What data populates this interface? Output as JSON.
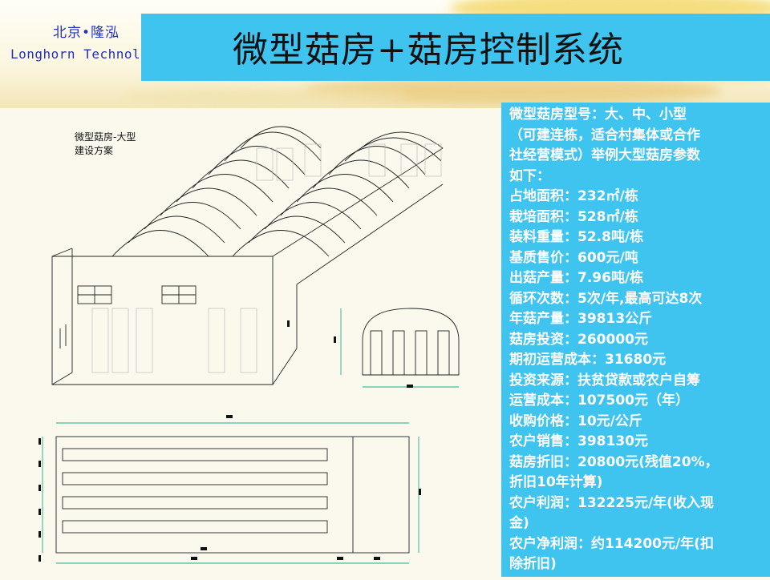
{
  "brand": {
    "name_cn": "北京•隆泓",
    "name_en": "Longhorn Technology"
  },
  "title": "微型菇房+菇房控制系统",
  "drawing": {
    "caption_line1": "微型菇房-大型",
    "caption_line2": "建设方案"
  },
  "info": {
    "lines": [
      "微型菇房型号：大、中、小型",
      "（可建连栋，适合村集体或合作",
      "社经营模式）举例大型菇房参数",
      "如下：",
      "占地面积：232㎡/栋",
      "栽培面积：528㎡/栋",
      "装料重量：52.8吨/栋",
      "基质售价：600元/吨",
      "出菇产量：7.96吨/栋",
      "循环次数：5次/年,最高可达8次",
      "年菇产量：39813公斤",
      "菇房投资：260000元",
      "期初运营成本：31680元",
      "投资来源：扶贫贷款或农户自筹",
      "运营成本：107500元（年）",
      "收购价格：10元/公斤",
      "农户销售：398130元",
      "菇房折旧：20800元(残值20%，",
      "折旧10年计算)",
      "农户利润：132225元/年(收入现",
      "金)",
      "农户净利润：约114200元/年(扣",
      "除折旧)"
    ]
  },
  "colors": {
    "title_bar": "#3fc3ef",
    "info_bg": "#3fc3ef",
    "brand_text": "#2430b8"
  }
}
